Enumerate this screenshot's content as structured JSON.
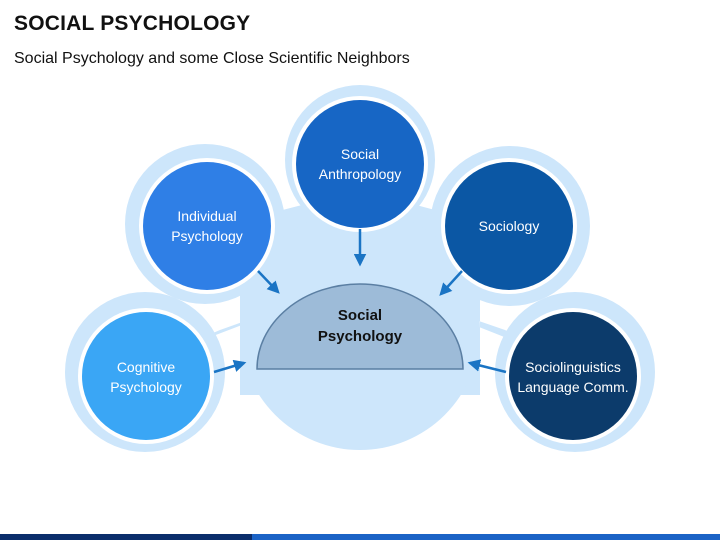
{
  "title": "SOCIAL PSYCHOLOGY",
  "subtitle": "Social Psychology and some Close Scientific Neighbors",
  "center": {
    "label": "Social\nPsychology",
    "fill": "#9dbbd8"
  },
  "nodes": [
    {
      "id": "individual",
      "label": "Individual\nPsychology",
      "color": "#2f7fe6"
    },
    {
      "id": "anthropology",
      "label": "Social\nAnthropology",
      "color": "#1766c5"
    },
    {
      "id": "sociology",
      "label": "Sociology",
      "color": "#0b57a4"
    },
    {
      "id": "cognitive",
      "label": "Cognitive\nPsychology",
      "color": "#3aa6f5"
    },
    {
      "id": "sociolinguistics",
      "label": "Sociolinguistics\nLanguage Comm.",
      "color": "#0c3b6b"
    }
  ],
  "colors": {
    "halo": "#cde6fb",
    "halo_stroke": "#90c2ee",
    "arrow": "#1a74c4",
    "circle_stroke": "#ffffff"
  }
}
